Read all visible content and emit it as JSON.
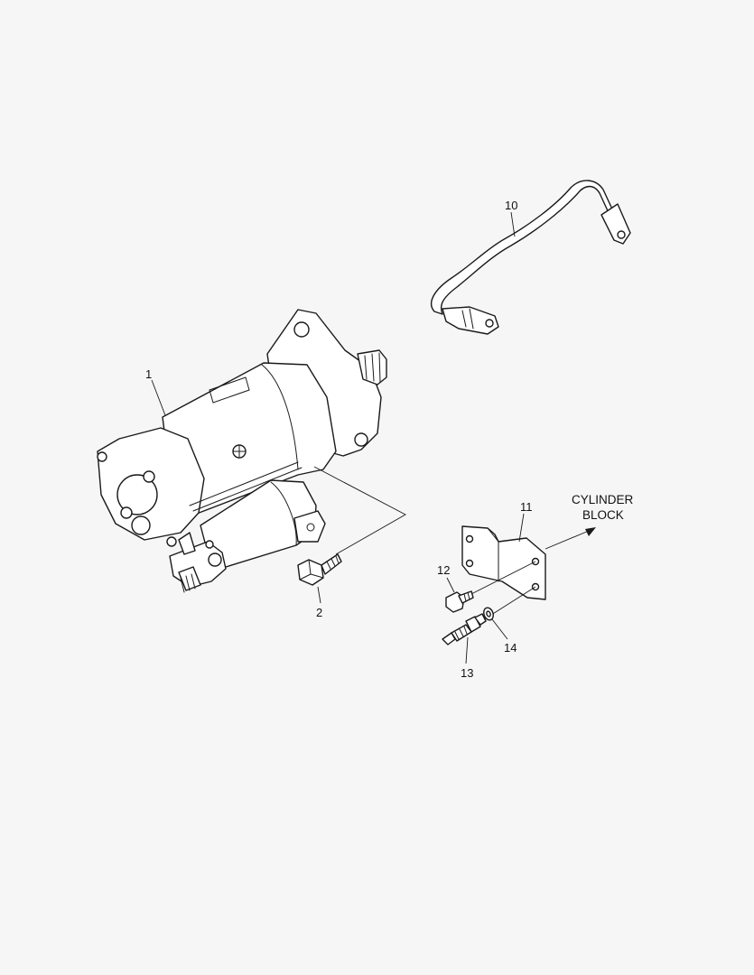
{
  "callouts": {
    "starter_motor": "1",
    "bolt": "2",
    "cable": "10",
    "bracket": "11",
    "screw": "12",
    "stud": "13",
    "washer": "14"
  },
  "note": {
    "line1": "CYLINDER",
    "line2": "BLOCK"
  },
  "colors": {
    "background": "#f6f6f6",
    "line": "#1a1a1a"
  }
}
